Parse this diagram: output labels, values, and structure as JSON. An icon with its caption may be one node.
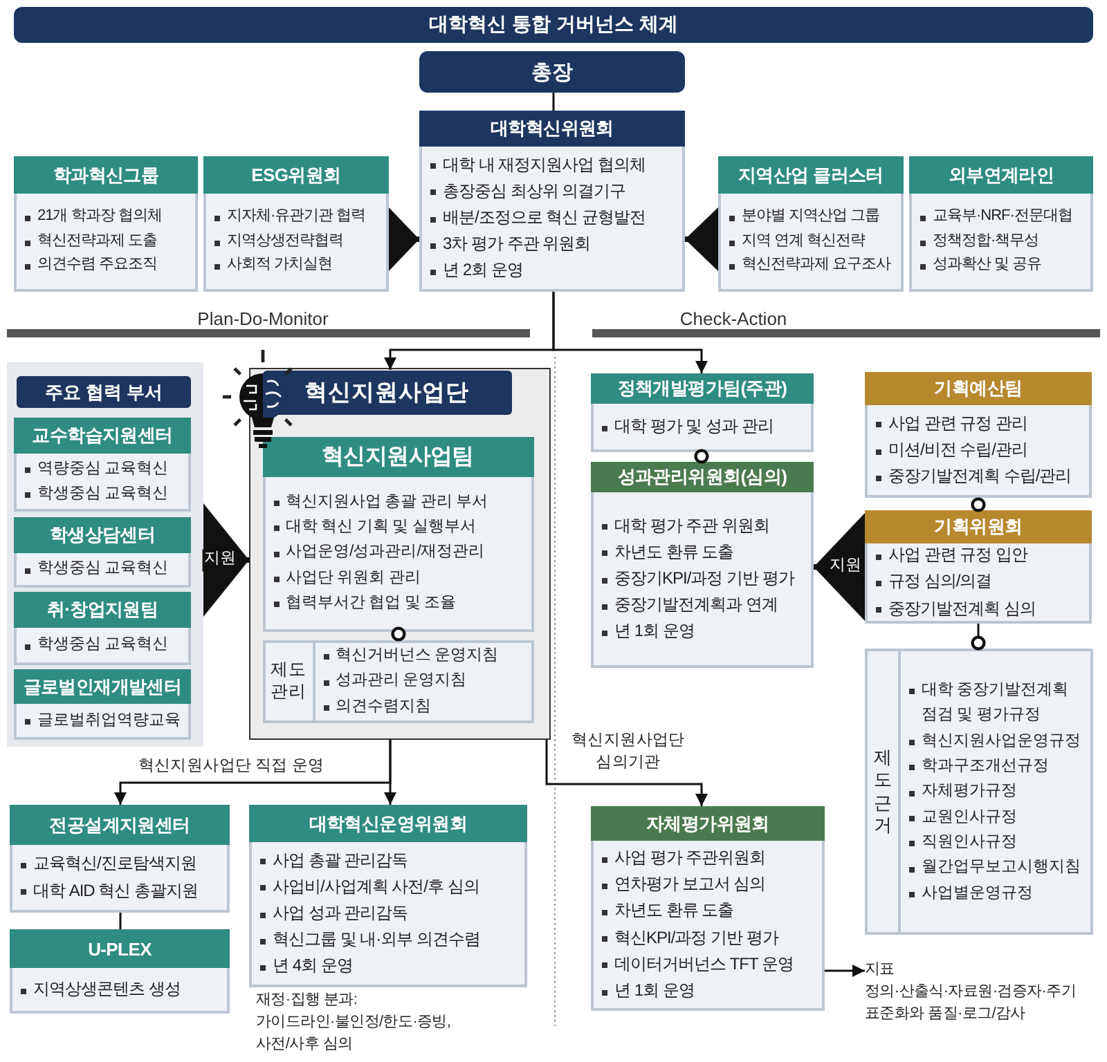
{
  "diagram": {
    "title": "대학혁신 통합 거버넌스 체계",
    "nodes": [
      {
        "text": [
          "총장"
        ]
      },
      {
        "text": [
          "대학혁신위원회",
          "대학 내 재정지원사업 협의체",
          "총장중심 최상위 의결기구",
          "배분/조정으로 혁신 균형발전",
          "3차 평가 주관 위원회",
          "년 2회 운영"
        ]
      },
      {
        "text": [
          "학과혁신그룹",
          "21개 학과장 협의체",
          "혁신전략과제 도출",
          "의견수렴 주요조직"
        ]
      },
      {
        "text": [
          "ESG위원회",
          "지자체·유관기관 협력",
          "지역상생전략협력",
          "사회적 가치실현"
        ]
      },
      {
        "text": [
          "지역산업 클러스터",
          "분야별 지역산업 그룹",
          "지역 연계 혁신전략",
          "혁신전략과제 요구조사"
        ]
      },
      {
        "text": [
          "외부연계라인",
          "교육부·NRF·전문대협",
          "정책정합·책무성",
          "성과확산 및 공유"
        ]
      },
      {
        "text": [
          "주요 협력 부서"
        ]
      },
      {
        "text": [
          "교수학습지원센터",
          "역량중심 교육혁신",
          "학생중심 교육혁신"
        ],
        "in": 6
      },
      {
        "text": [
          "학생상담센터",
          "학생중심 교육혁신"
        ],
        "in": 6
      },
      {
        "text": [
          "취·창업지원팀",
          "학생중심 교육혁신"
        ],
        "in": 6
      },
      {
        "text": [
          "글로벌인재개발센터",
          "글로벌취업역량교육"
        ],
        "in": 6
      },
      {
        "text": [],
        "shape": "box"
      },
      {
        "text": [
          "혁신지원사업단"
        ],
        "in": 11
      },
      {
        "text": [
          "혁신지원사업팀",
          "혁신지원사업 총괄 관리 부서",
          "대학 혁신 기획 및 실행부서",
          "사업운영/성과관리/재정관리",
          "사업단 위원회 관리",
          "협력부서간 협업 및 조율"
        ],
        "in": 11
      },
      {
        "text": [
          "제도 관리",
          "혁신거버넌스 운영지침",
          "성과관리 운영지침",
          "의견수렴지침"
        ],
        "in": 11
      },
      {
        "text": [
          "정책개발평가팀(주관)",
          "대학 평가 및 성과 관리"
        ]
      },
      {
        "text": [
          "성과관리위원회(심의)",
          "대학 평가 주관 위원회",
          "차년도 환류 도출",
          "중장기KPI/과정 기반 평가",
          "중장기발전계획과 연계",
          "년 1회 운영"
        ]
      },
      {
        "text": [
          "기획예산팀",
          "사업 관련 규정 관리",
          "미션/비전 수립/관리",
          "중장기발전계획 수립/관리"
        ]
      },
      {
        "text": [
          "기획위원회",
          "사업 관련 규정 입안",
          "규정 심의/의결",
          "중장기발전계획 심의"
        ]
      },
      {
        "text": [
          "제도근거",
          "대학 중장기발전계획 점검 및 평가규정",
          "혁신지원사업운영규정",
          "학과구조개선규정",
          "자체평가규정",
          "교원인사규정",
          "직원인사규정",
          "월간업무보고시행지침",
          "사업별운영규정"
        ]
      },
      {
        "text": [
          "전공설계지원센터",
          "교육혁신/진로탐색지원",
          "대학 AID 혁신 총괄지원"
        ]
      },
      {
        "text": [
          "U-PLEX",
          "지역상생콘텐츠 생성"
        ]
      },
      {
        "text": [
          "대학혁신운영위원회",
          "사업 총괄 관리감독",
          "사업비/사업계획 사전/후 심의",
          "사업 성과 관리감독",
          "혁신그룹 및 내·외부 의견수렴",
          "년 4회 운영"
        ],
        "beside": [
          "재정·집행 분과: 가이드라인·불인정/한도·증빙, 사전/사후 심의"
        ]
      },
      {
        "text": [
          "자체평가위원회",
          "사업 평가 주관위원회",
          "연차평가 보고서 심의",
          "차년도 환류 도출",
          "혁신KPI/과정 기반 평가",
          "데이터거버넌스 TFT 운영",
          "년 1회 운영"
        ]
      },
      {
        "text": [
          "지표",
          "정의·산출식·자료원·검증자·주기 표준화와 품질·로그/감사"
        ]
      }
    ],
    "edges": [
      {
        "from": 0,
        "to": 1,
        "arrow": "none"
      },
      {
        "from": 3,
        "to": 1,
        "arrow": "to",
        "style": "thick"
      },
      {
        "from": 4,
        "to": 1,
        "arrow": "to",
        "style": "thick"
      },
      {
        "from": 1,
        "to": 12,
        "arrow": "to"
      },
      {
        "from": 1,
        "to": 15,
        "arrow": "to"
      },
      {
        "from": 6,
        "to": 11,
        "arrow": "to",
        "style": "thick",
        "label": "지원"
      },
      {
        "from": 13,
        "to": 14,
        "arrow": "other"
      },
      {
        "from": 15,
        "to": 16,
        "arrow": "other"
      },
      {
        "from": 17,
        "to": 18,
        "arrow": "other"
      },
      {
        "from": 18,
        "to": 19,
        "arrow": "other"
      },
      {
        "from": 18,
        "to": 16,
        "arrow": "to",
        "style": "thick",
        "label": "지원"
      },
      {
        "from": 11,
        "to": 20,
        "arrow": "to",
        "label": "혁신지원사업단 직접 운영"
      },
      {
        "from": 11,
        "to": 22,
        "arrow": "to"
      },
      {
        "from": 20,
        "to": 21,
        "arrow": "none"
      },
      {
        "from": 11,
        "to": 23,
        "arrow": "to",
        "label": "혁신지원사업단 심의기관"
      },
      {
        "from": 23,
        "to": 24,
        "arrow": "to"
      }
    ],
    "labels": [
      "Plan-Do-Monitor",
      "Check-Action"
    ]
  }
}
